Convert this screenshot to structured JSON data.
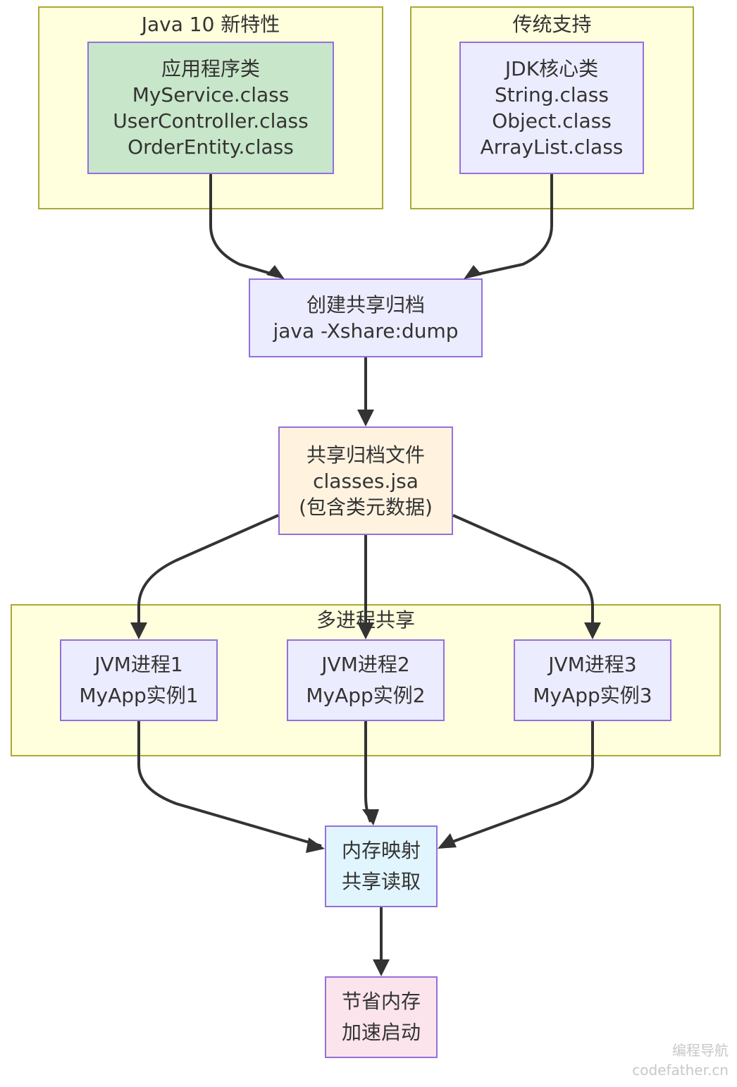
{
  "clusters": {
    "java10": {
      "title": "Java 10 新特性"
    },
    "legacy": {
      "title": "传统支持"
    },
    "multiprocess": {
      "title": "多进程共享"
    }
  },
  "nodes": {
    "app_classes": {
      "lines": [
        "应用程序类",
        "MyService.class",
        "UserController.class",
        "OrderEntity.class"
      ],
      "fill": "#c8e6c9"
    },
    "jdk_classes": {
      "lines": [
        "JDK核心类",
        "String.class",
        "Object.class",
        "ArrayList.class"
      ],
      "fill": "#ececff"
    },
    "create_archive": {
      "lines": [
        "创建共享归档",
        "java -Xshare:dump"
      ],
      "fill": "#ececff"
    },
    "archive_file": {
      "lines": [
        "共享归档文件",
        "classes.jsa",
        "(包含类元数据)"
      ],
      "fill": "#fff3e0"
    },
    "jvm1": {
      "lines": [
        "JVM进程1",
        "MyApp实例1"
      ],
      "fill": "#ececff"
    },
    "jvm2": {
      "lines": [
        "JVM进程2",
        "MyApp实例2"
      ],
      "fill": "#ececff"
    },
    "jvm3": {
      "lines": [
        "JVM进程3",
        "MyApp实例3"
      ],
      "fill": "#ececff"
    },
    "mmap": {
      "lines": [
        "内存映射",
        "共享读取"
      ],
      "fill": "#e1f5fe"
    },
    "result": {
      "lines": [
        "节省内存",
        "加速启动"
      ],
      "fill": "#fce4ec"
    }
  },
  "edges": [
    {
      "from": "app_classes",
      "to": "create_archive"
    },
    {
      "from": "jdk_classes",
      "to": "create_archive"
    },
    {
      "from": "create_archive",
      "to": "archive_file"
    },
    {
      "from": "archive_file",
      "to": "jvm1"
    },
    {
      "from": "archive_file",
      "to": "jvm2"
    },
    {
      "from": "archive_file",
      "to": "jvm3"
    },
    {
      "from": "jvm1",
      "to": "mmap"
    },
    {
      "from": "jvm2",
      "to": "mmap"
    },
    {
      "from": "jvm3",
      "to": "mmap"
    },
    {
      "from": "mmap",
      "to": "result"
    }
  ],
  "watermark": {
    "line1": "编程导航",
    "line2": "codefather.cn"
  }
}
